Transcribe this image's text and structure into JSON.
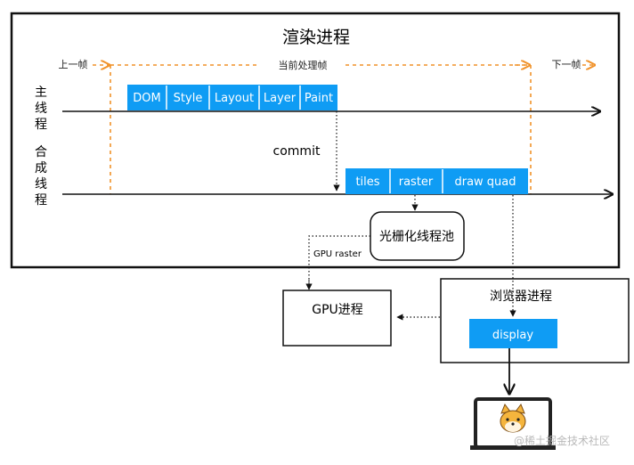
{
  "title": "渲染进程",
  "frames": {
    "prev": "上一帧",
    "current": "当前处理帧",
    "next": "下一帧"
  },
  "threads": {
    "main": [
      "主",
      "线",
      "程"
    ],
    "compositor": [
      "合",
      "成",
      "线",
      "程"
    ]
  },
  "main_steps": [
    "DOM",
    "Style",
    "Layout",
    "Layer",
    "Paint"
  ],
  "commit_label": "commit",
  "compositor_steps": [
    "tiles",
    "raster",
    "draw quad"
  ],
  "raster_pool_label": "光栅化线程池",
  "gpu_raster_label": "GPU raster",
  "gpu_process_label": "GPU进程",
  "browser_process_label": "浏览器进程",
  "display_label": "display",
  "watermark": "@稀土掘金技术社区",
  "colors": {
    "accent": "#0f9cf4",
    "frame_marker": "#f0922a",
    "dog_fur": "#f5b53d"
  },
  "icons": [
    "monitor-icon",
    "shiba-dog-icon"
  ]
}
